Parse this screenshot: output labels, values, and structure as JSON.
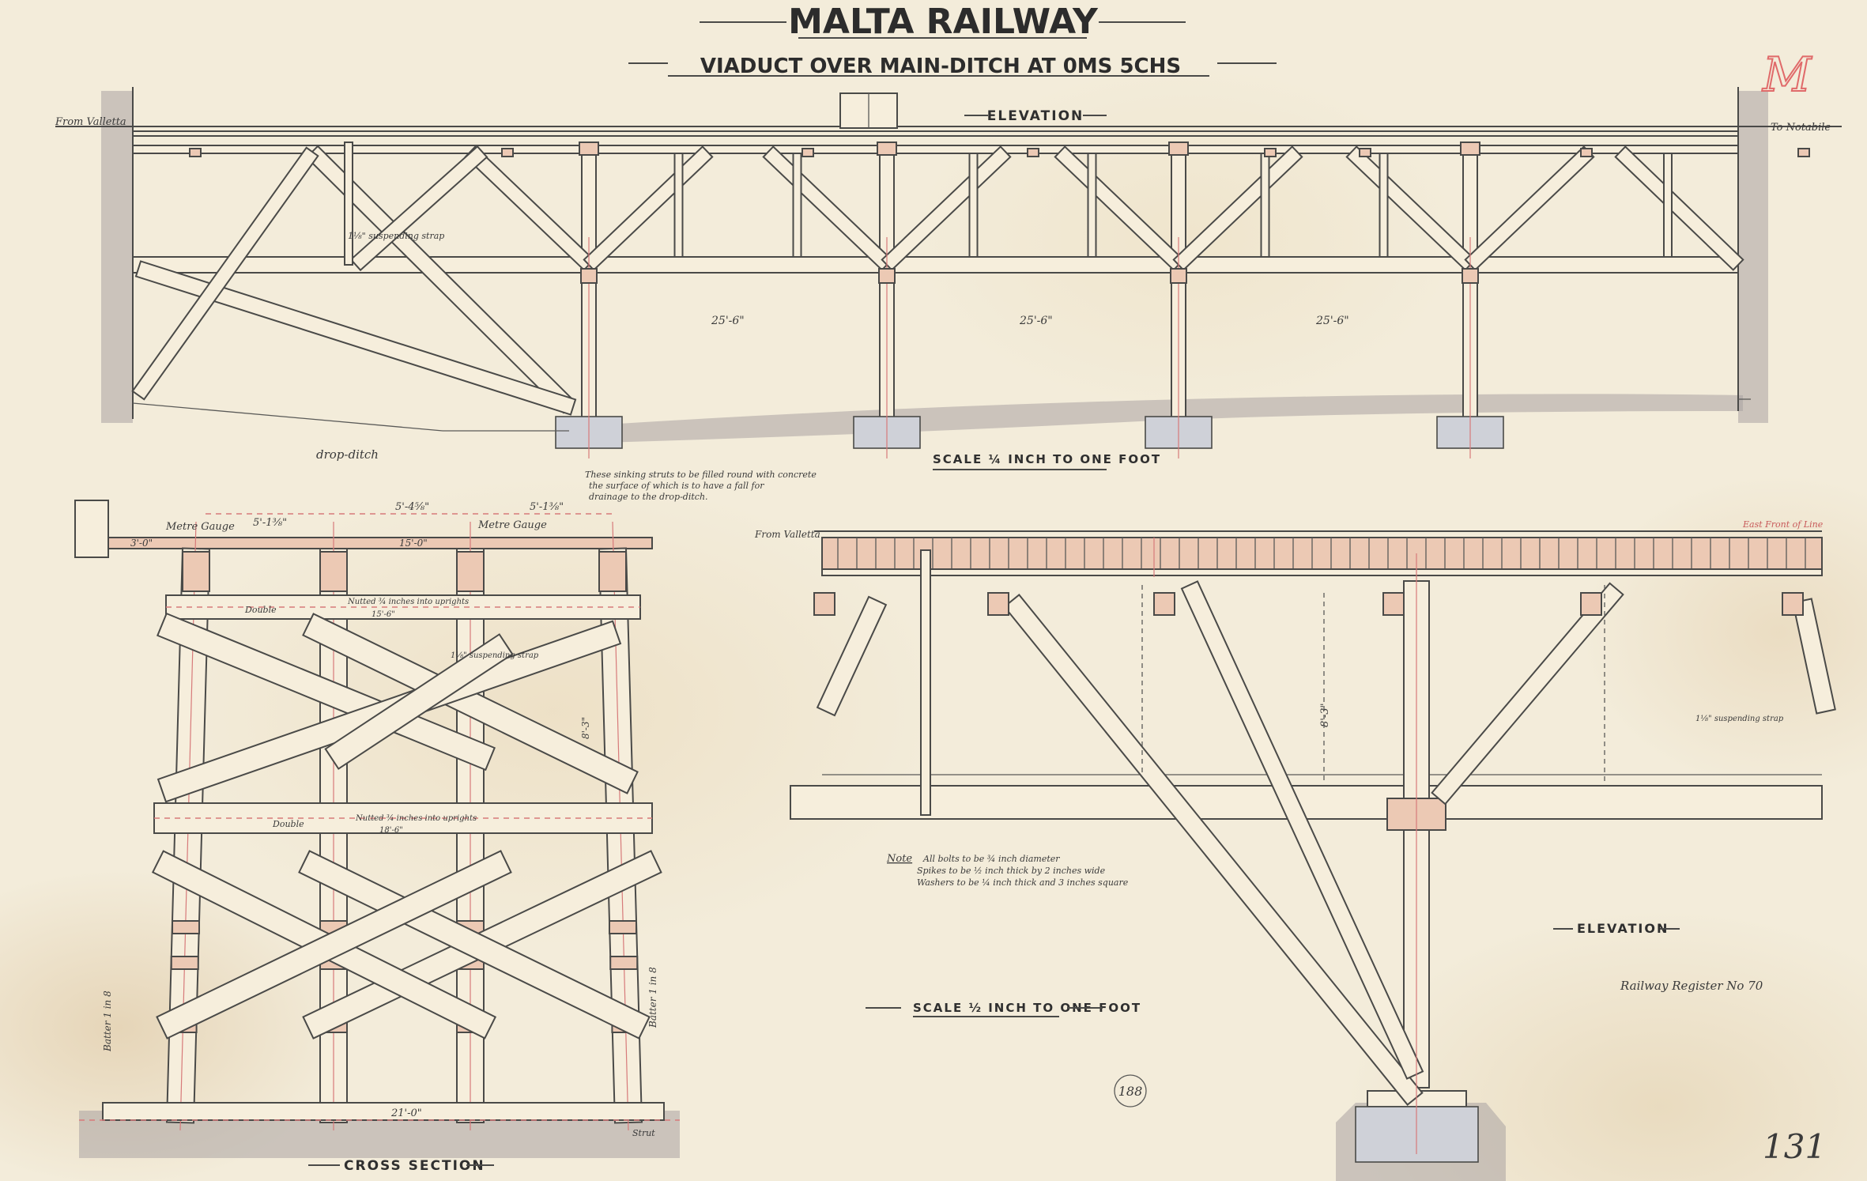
{
  "title": "MALTA RAILWAY",
  "subtitle": "VIADUCT OVER MAIN-DITCH AT 0MS 5CHS",
  "red_mark": "M",
  "top_elevation": {
    "label": "ELEVATION",
    "from": "From Valletta",
    "to": "To Notabile",
    "scale": "SCALE ¼ INCH TO ONE FOOT",
    "spans": [
      "25'-6\"",
      "25'-6\"",
      "25'-6\""
    ],
    "strap": "1⅛\" suspending strap",
    "drop_ditch": "drop-ditch",
    "note": [
      "These sinking struts to be filled round with concrete",
      "the surface of which is to have a fall for",
      "drainage to the drop-ditch."
    ]
  },
  "cross_section": {
    "label": "CROSS SECTION",
    "spacings": [
      "5'-1⅜\"",
      "5'-4⅝\"",
      "5'-1⅜\""
    ],
    "gauge": [
      "Metre Gauge",
      "Metre Gauge"
    ],
    "sleeper": "15'-0\"",
    "walkway": "3'-0\"",
    "double": [
      "Double",
      "Double"
    ],
    "nutted": [
      "Nutted ¾ inches into uprights",
      "Nutted ¾ inches into uprights"
    ],
    "wale_lengths": [
      "15'-6\"",
      "18'-6\""
    ],
    "suspending": "1⅛\" suspending strap",
    "batter": [
      "Batter 1 in 8",
      "Batter 1 in 8"
    ],
    "base": "21'-0\"",
    "strut": "Strut",
    "height": "8'-3\""
  },
  "detail_elevation": {
    "label": "ELEVATION",
    "from": "From Valletta",
    "east": "East Front of Line",
    "scale": "SCALE ½ INCH TO ONE FOOT",
    "height": "8'-3\"",
    "strap": "1⅛\" suspending strap",
    "note_title": "Note",
    "note": [
      "All bolts to be ¾ inch diameter",
      "Spikes to be ½ inch thick by 2 inches wide",
      "Washers to be ¼ inch thick and 3 inches square"
    ]
  },
  "register": "Railway Register No 70",
  "sheet_numbers": [
    "188",
    "131"
  ],
  "colors": {
    "paper": "#f3ecda",
    "ink": "#4a4a48",
    "timber_tint": "#ecc9b4",
    "red": "#d77a7a",
    "stone": "#cfd1d8"
  }
}
